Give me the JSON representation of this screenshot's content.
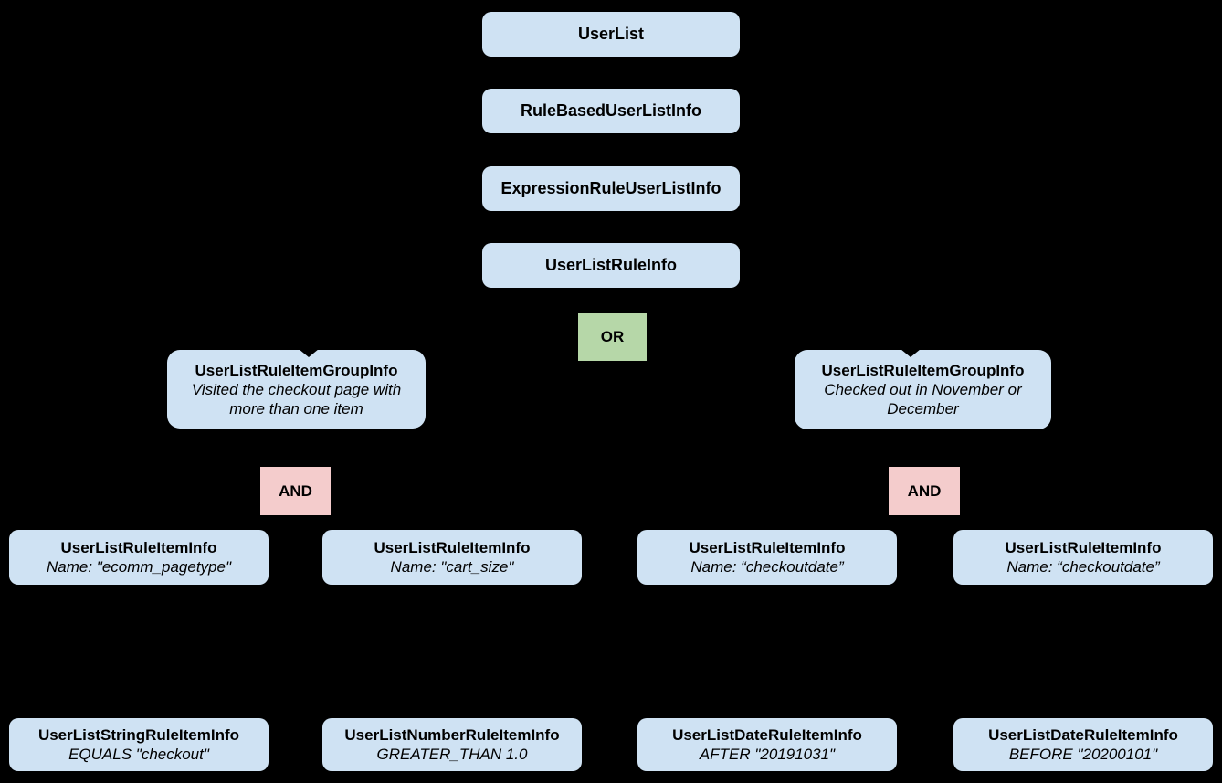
{
  "colors": {
    "background": "#000000",
    "node_fill": "#cfe2f3",
    "or_fill": "#b6d7a8",
    "and_fill": "#f4cccc",
    "text": "#000000"
  },
  "chain": [
    {
      "label": "UserList"
    },
    {
      "label": "RuleBasedUserListInfo"
    },
    {
      "label": "ExpressionRuleUserListInfo"
    },
    {
      "label": "UserListRuleInfo"
    }
  ],
  "operators": {
    "or": "OR",
    "and_left": "AND",
    "and_right": "AND"
  },
  "groups": [
    {
      "title": "UserListRuleItemGroupInfo",
      "subtitle": "Visited the checkout page with more than one item"
    },
    {
      "title": "UserListRuleItemGroupInfo",
      "subtitle": "Checked out in November or December"
    }
  ],
  "rule_items": [
    {
      "title": "UserListRuleItemInfo",
      "subtitle": "Name: \"ecomm_pagetype\""
    },
    {
      "title": "UserListRuleItemInfo",
      "subtitle": "Name: \"cart_size\""
    },
    {
      "title": "UserListRuleItemInfo",
      "subtitle": "Name: “checkoutdate”"
    },
    {
      "title": "UserListRuleItemInfo",
      "subtitle": "Name: “checkoutdate”"
    }
  ],
  "leaf_items": [
    {
      "title": "UserListStringRuleItemInfo",
      "subtitle": "EQUALS \"checkout\""
    },
    {
      "title": "UserListNumberRuleItemInfo",
      "subtitle": "GREATER_THAN 1.0"
    },
    {
      "title": "UserListDateRuleItemInfo",
      "subtitle": "AFTER \"20191031\""
    },
    {
      "title": "UserListDateRuleItemInfo",
      "subtitle": "BEFORE \"20200101\""
    }
  ]
}
